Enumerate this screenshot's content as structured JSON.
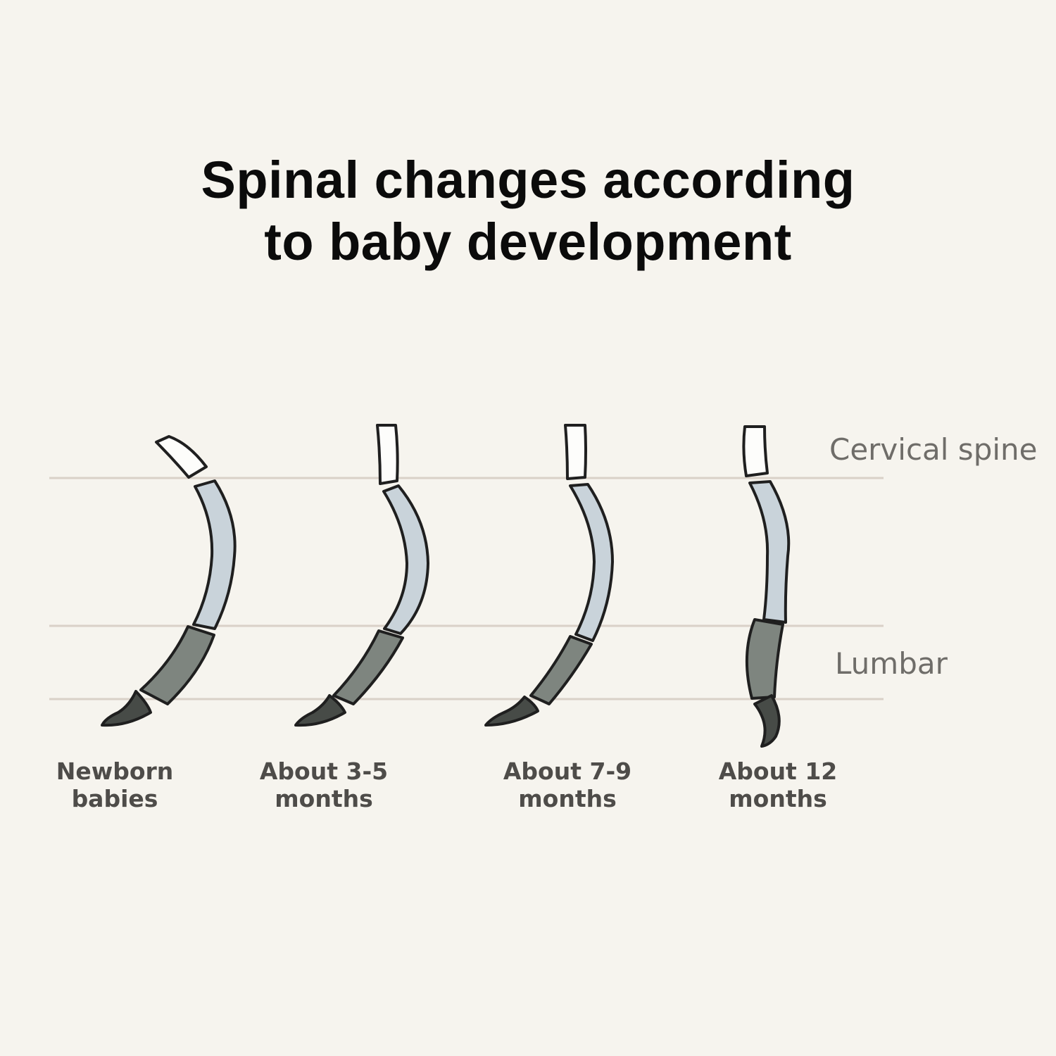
{
  "title": {
    "line1": "Spinal changes according",
    "line2": "to baby development"
  },
  "regions": {
    "cervical": "Cervical spine",
    "lumbar": "Lumbar"
  },
  "stages": [
    {
      "line1": "Newborn",
      "line2": "babies"
    },
    {
      "line1": "About 3-5",
      "line2": "months"
    },
    {
      "line1": "About 7-9",
      "line2": "months"
    },
    {
      "line1": "About 12",
      "line2": "months"
    }
  ],
  "colors": {
    "background": "#f6f4ee",
    "guide_line": "#d9d1c8",
    "cervical_fill": "#fdfdfb",
    "thoracic_fill": "#c9d3da",
    "lumbar_fill": "#7e857f",
    "sacral_fill": "#474b47",
    "outline": "#1f1f1f"
  }
}
